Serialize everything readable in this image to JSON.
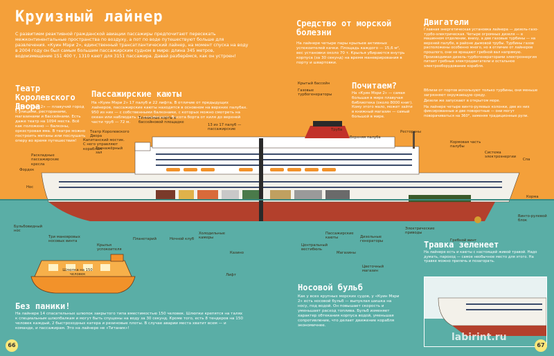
{
  "page": {
    "title": "Круизный лайнер",
    "intro": "С развитием реактивной гражданской авиации пассажиры предпочитают пересекать межконтинентальные пространства по воздуху, а пот по воде путешествуют больше для развлечения. «Куин Мэри 2», единственный трансатлантический лайнер, на момент спуска на воду в 2004 году он был самым большим пассажирским судном в мире: длина 345 метров, водоизмещение 151 400 т, 1310 кают для 3151 пассажира. Давай разберёмся, как он устроен!",
    "page_left": "66",
    "page_right": "67",
    "watermark": "labirint.ru"
  },
  "sections": {
    "theatre": {
      "heading": "Театр Королевского Двора",
      "body": "«Куин Мэри 2» — плавучий город с улицами, ресторанами, магазинами и бассейнами. Есть даже театр на 1094 места. Всё как положено — балконы, оркестровая яма. В театре можно построить метаны или послушать оперу во время путешествия!"
    },
    "cabins": {
      "heading": "Пассажирские каюты",
      "body": "На «Куин Мэри 2» 17 палуб и 22 лифта. В отличие от предыдущих лайнеров, пассажирские каюты находятся в основном на верхних палубах. 950 из них — с собственными балконами, с которых можно смотреть на океан или наблюдать за дельфинами. Высота борта от киля до верхней части труб — 72 м."
    },
    "seasick": {
      "heading": "Средство от морской болезни",
      "body": "На лайнере четыре пары крыльев активных успокоителей качки. Площадь каждого — 15,6 м², вес установки около 70 т. Крылья убираются внутрь корпуса (за 30 секунд) на время маневрирования в порту и швартовки."
    },
    "engines": {
      "heading": "Двигатели",
      "body": "Главная энергетическая установка лайнера — дизель-газо-турбо-электрическая. Четыре огромных дизеля — в машинном отделении, внизу, а две газовые турбины — на верхней палубе, в районе дымовой трубы. Турбины газов расположены особенно много, но в отличие от лайнеров прошлого, они не вращают гребной вал напрямую. Производимая дизель-турбогенераторами электроэнергия питает гребные электродвигатели и остальное электрооборудование корабля.",
      "bullets": [
        "Вблизи от портов используют только турбины, они меньше загрязняют окружающую среду.",
        "Дизели же запускают в открытом море.",
        "На лайнере четыре винто-рулевых колонки, две из них фиксированные и две поворотные — они могут поворачиваться на 360°, заменяя традиционные рули."
      ]
    },
    "why": {
      "heading": "Почитаем?",
      "body": "На «Куин Мэри 2» — самая большая в мире плавучая библиотека (около 8000 книг). Кому этого мало, может зайти в книжный магазин — самый большой в мире."
    },
    "panic": {
      "heading": "Без паники!",
      "body": "На лайнере 14 спасательных шлюпок закрытого типа вместимостью 150 человек. Шлюпки крепятся на талях к специальным шлюпбалкам и могут быть спущены на воду за 30 секунд. Кроме того, есть 8 тендеров на 150 человек каждый, 2 быстроходных катера и резиновые плоты. В случае аварии места хватит всем — и команде, и пассажирам. Это на лайнере не «Титаник»!"
    },
    "bulb": {
      "heading": "Носовой бульб",
      "body": "Как у всех крупных морских судов, у «Куин Мэри 2» есть носовой бульб — выпуклая шишка на носу, под водой. Он повышает скорость и уменьшает расход топлива. Бульб изменяет характер обтекания корпуса водой, уменьшая сопротивление, что делает движение корабля экономичнее."
    },
    "green": {
      "heading": "Травка зеленеет",
      "body": "На лайнере есть и каюты с настоящей живой травой. Надо думать, пароход — самое необычное место для этого. На травке можно прилечь и позагорать."
    }
  },
  "labels": {
    "theatre_ship": "Театр Королевского Двора",
    "bow": "Нос",
    "forecastle": "Фордек",
    "folding_deck": "Раскладные пассажирские кресла",
    "gym": "Тренажёрный зал",
    "tennis": "Теннисные корты в бассейновой площадке",
    "captain": "Капитанский мостик. С него управляют кораблём",
    "decks": "13 из 17 палуб — пассажирские",
    "crew_pool": "Крытый бассейн",
    "turbines": "Газовые турбогенераторы",
    "funnel": "Труба",
    "top_deck": "Верхняя палуба",
    "restaurants": "Рестораны",
    "upper_dining": "Корма",
    "bridge_wing": "Система электроэнергии",
    "spa": "Спа",
    "bulb_label": "Бульбовидный нос",
    "thrusters": "Три маневровых носовых винта",
    "stabilizers": "Крылья успокоителя",
    "planetarium": "Планетарий",
    "nightclub": "Ночной клуб",
    "fridge": "Холодильные камеры",
    "casino": "Казино",
    "central_atrium": "Центральный вестибюль",
    "cabins_label": "Пассажирские каюты",
    "shops": "Магазины",
    "diesel": "Дизельные генераторы",
    "electric": "Электрические приводы",
    "propeller": "Гребной винт",
    "lifeboat": "Шлюпка на 150 человек",
    "rudder": "Винто-рулевой блок",
    "lift": "Лифт",
    "flower": "Цветочный магазин",
    "aft": "Кормовая часть палубы"
  },
  "colors": {
    "background": "#f4a03a",
    "sea": "#5aaea6",
    "hull_red": "#b3402c",
    "hull_white": "#f3f1ea",
    "funnel_red": "#c2312a"
  }
}
